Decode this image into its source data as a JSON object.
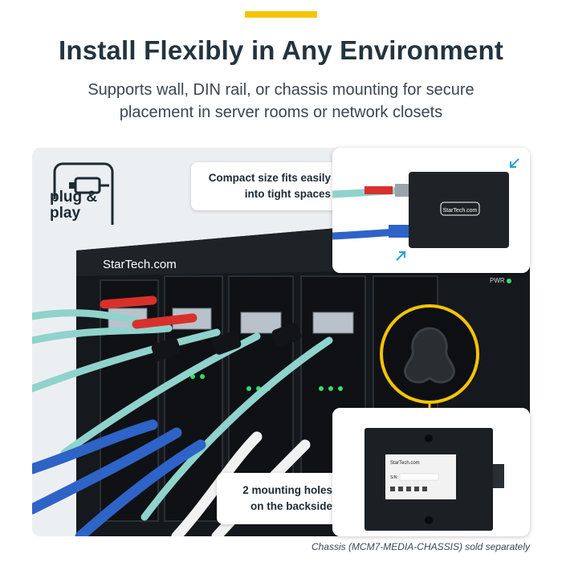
{
  "header": {
    "headline": "Install Flexibly in Any Environment",
    "subtitle_line1": "Supports wall, DIN rail, or chassis mounting for secure",
    "subtitle_line2": "placement in server rooms or network closets"
  },
  "badge": {
    "line1": "plug &",
    "line2": "play",
    "icon": "plug-icon"
  },
  "callouts": {
    "compact": {
      "line1": "Compact size fits easily",
      "line2": "into tight spaces"
    },
    "holes": {
      "line1": "2 mounting holes",
      "line2": "on the backside"
    }
  },
  "device": {
    "brand": "StarTech.com",
    "chassis_brand": "StarTech.com",
    "label_brand": "StarTech.com",
    "label_sn": "S/N:",
    "pwr_label": "PWR"
  },
  "caption": "Chassis (MCM7-MEDIA-CHASSIS) sold separately",
  "colors": {
    "accent": "#f5c400",
    "headline": "#24343f",
    "arrow": "#2a9fd6"
  }
}
